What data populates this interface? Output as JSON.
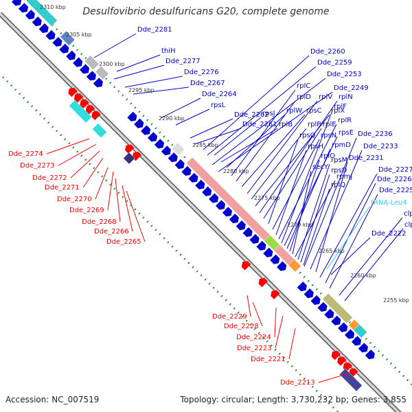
{
  "title": "Desulfovibrio desulfuricans G20, complete genome",
  "footer": {
    "accession": "Accession: NC_007519",
    "summary": "Topology: circular; Length: 3,730,232 bp; Genes: 3,855"
  },
  "colors": {
    "forward": "#0000cc",
    "reverse": "#ff0000",
    "trna": "#33ccff",
    "backbone": "#888888",
    "gc_dots": "#1b7a1b"
  },
  "kbp_ticks": [
    "2310 kbp",
    "2305 kbp",
    "2300 kbp",
    "2295 kbp",
    "2290 kbp",
    "2285 kbp",
    "2280 kbp",
    "2275 kbp",
    "2270 kbp",
    "2265 kbp",
    "2260 kbp",
    "2255 kbp"
  ],
  "forward_labels": [
    "Dde_2281",
    "thiH",
    "Dde_2277",
    "Dde_2276",
    "Dde_2267",
    "Dde_2264",
    "rpsL",
    "Dde_2262",
    "Dde_2261",
    "rpsJ",
    "rplB",
    "rplW",
    "rplC",
    "rplD",
    "rpsC",
    "rplV",
    "rplP",
    "rplX",
    "rplN",
    "rplE",
    "rpsQ",
    "rpsN",
    "rpsH",
    "rplR",
    "rplF",
    "rpsE",
    "rpmD",
    "rplO",
    "secY",
    "rpmJ",
    "rpsM",
    "rpsD",
    "rplQ",
    "Dde_2260",
    "Dde_2259",
    "Dde_2253",
    "Dde_2249",
    "Dde_2236",
    "Dde_2233",
    "Dde_2231",
    "Dde_2227",
    "Dde_2226",
    "Dde_2225",
    "tRNA-Leu4",
    "clpP",
    "clpX",
    "Dde_2222"
  ],
  "reverse_labels": [
    "Dde_2274",
    "Dde_2273",
    "Dde_2272",
    "Dde_2271",
    "Dde_2270",
    "Dde_2269",
    "Dde_2268",
    "Dde_2266",
    "Dde_2265",
    "Dde_2229",
    "Dde_2228",
    "Dde_2224",
    "Dde_2223",
    "Dde_2221",
    "Dde_2213"
  ]
}
